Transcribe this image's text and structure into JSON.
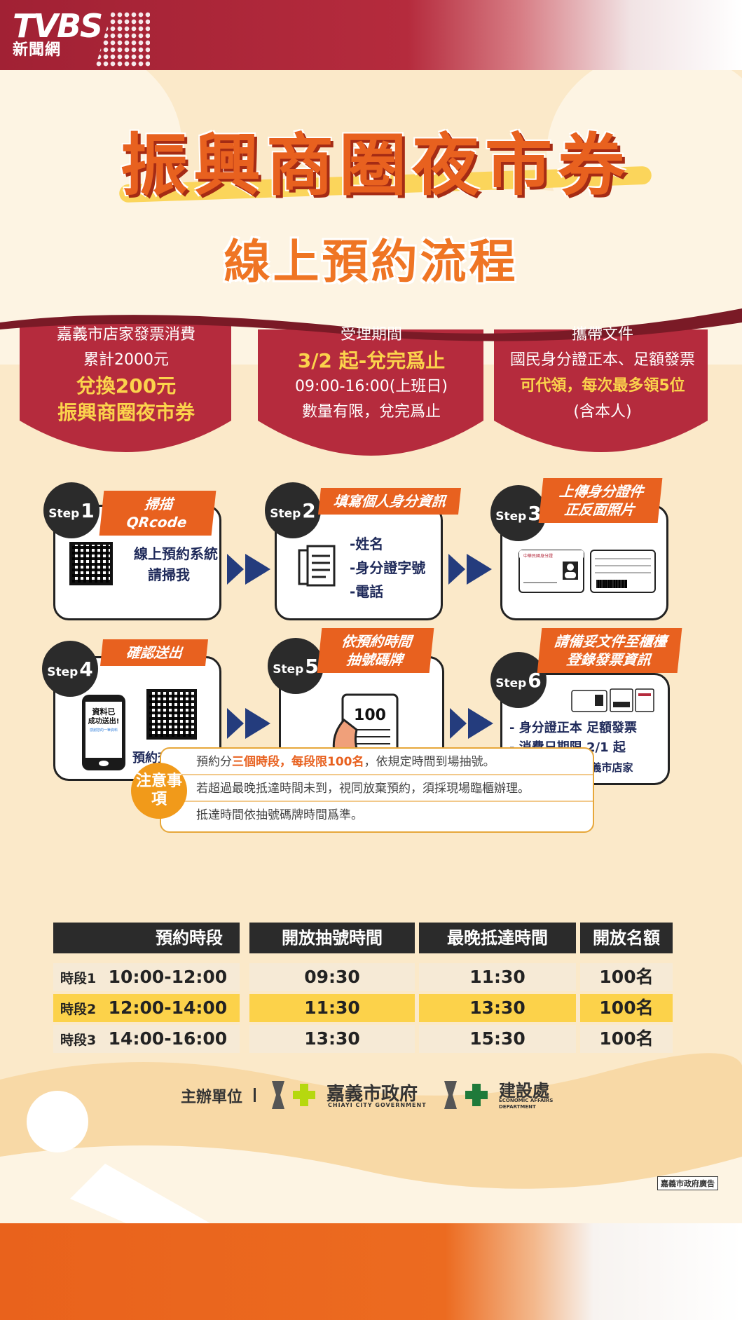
{
  "header": {
    "logo_text": "TVBS",
    "logo_sub": "新聞網"
  },
  "title": {
    "main": "振興商圈夜市券",
    "sub": "線上預約流程"
  },
  "info_boxes": [
    {
      "lines": [
        "嘉義市店家發票消費",
        "累計2000元"
      ],
      "highlight": [
        "兌換200元",
        "振興商圈夜市券"
      ]
    },
    {
      "lines": [
        "受理期間"
      ],
      "highlight": [
        "3/2 起-兌完爲止"
      ],
      "after": [
        "09:00-16:00(上班日)",
        "數量有限，兌完爲止"
      ]
    },
    {
      "lines": [
        "攜帶文件",
        "國民身分證正本、足額發票"
      ],
      "highlight": [
        "可代領，每次最多領5位"
      ],
      "after": [
        "(含本人)"
      ]
    }
  ],
  "steps": [
    {
      "step": "Step",
      "num": "1",
      "tag": "掃描QRcode",
      "text": [
        "線上預約系統",
        "請掃我"
      ]
    },
    {
      "step": "Step",
      "num": "2",
      "tag": "填寫個人身分資訊",
      "text": [
        "-姓名",
        "-身分證字號",
        "-電話"
      ]
    },
    {
      "step": "Step",
      "num": "3",
      "tag": "上傳身分證件\n正反面照片",
      "id_card_title": "中華民國身分證"
    },
    {
      "step": "Step",
      "num": "4",
      "tag": "確認送出",
      "phone_text": [
        "資料已",
        "成功送出!"
      ],
      "phone_small": "感謝您的一筆資料",
      "text": [
        "預約查詢系統"
      ]
    },
    {
      "step": "Step",
      "num": "5",
      "tag": "依預約時間\n抽號碼牌",
      "ticket": "100"
    },
    {
      "step": "Step",
      "num": "6",
      "tag": "請備妥文件至櫃檯\n登錄發票資訊",
      "text": [
        "- 身分證正本 足額發票",
        "- 消費日期限 2/1 起",
        "- 發票限稅籍在嘉義市店家"
      ]
    }
  ],
  "notes": {
    "badge": "注意事項",
    "rows": [
      {
        "pre": "預約分",
        "hl": "三個時段，每段限100名",
        "post": "，依規定時間到場抽號。"
      },
      {
        "pre": "若超過最晚抵達時間未到，視同放棄預約，須採現場臨櫃辦理。",
        "hl": "",
        "post": ""
      },
      {
        "pre": "抵達時間依抽號碼牌時間爲準。",
        "hl": "",
        "post": ""
      }
    ]
  },
  "table": {
    "headers": [
      "預約時段",
      "開放抽號時間",
      "最晚抵達時間",
      "開放名額"
    ],
    "rows": [
      {
        "label": "時段1",
        "range": "10:00-12:00",
        "open": "09:30",
        "latest": "11:30",
        "quota": "100名"
      },
      {
        "label": "時段2",
        "range": "12:00-14:00",
        "open": "11:30",
        "latest": "13:30",
        "quota": "100名"
      },
      {
        "label": "時段3",
        "range": "14:00-16:00",
        "open": "13:30",
        "latest": "15:30",
        "quota": "100名"
      }
    ]
  },
  "organizers": {
    "label": "主辦單位",
    "gov": "嘉義市政府",
    "gov_en": "CHIAYI CITY GOVERNMENT",
    "dept": "建設處",
    "dept_en": "ECONOMIC AFFAIRS DEPARTMENT",
    "ad": "嘉義市政府廣告"
  },
  "colors": {
    "red": "#b52b3d",
    "orange": "#e8611f",
    "yellow": "#fbd34c",
    "navy": "#243c7d",
    "cream": "#fbe9c9"
  }
}
